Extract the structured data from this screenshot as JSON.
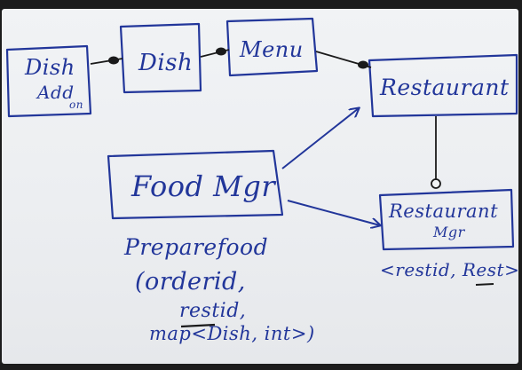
{
  "boxes": {
    "dish_addon": {
      "line1": "Dish",
      "line2": "Add",
      "sub": "on"
    },
    "dish": {
      "label": "Dish"
    },
    "menu": {
      "label": "Menu"
    },
    "restaurant": {
      "label": "Restaurant"
    },
    "food_mgr": {
      "label": "Food Mgr"
    },
    "restaurant_mgr": {
      "line1": "Restaurant",
      "line2": "Mgr"
    }
  },
  "notes": {
    "restaurant_mgr_params": "<restid, Rest>",
    "food_mgr_method": {
      "line1": "Preparefood",
      "line2": "(orderid,",
      "line3": "restid,",
      "line4": "map<Dish, int>)"
    }
  },
  "colors": {
    "ink_blue": "#22369a",
    "ink_black": "#1a1a1a",
    "board": "#eceef1"
  }
}
